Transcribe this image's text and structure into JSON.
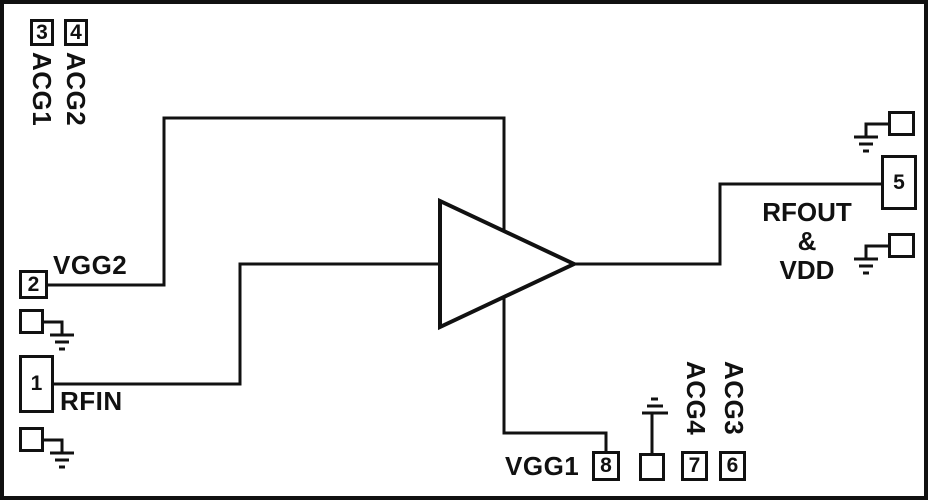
{
  "colors": {
    "line": "#111111",
    "background": "#ffffff"
  },
  "icons": {
    "amplifier": "amplifier-triangle",
    "ground": "earth-ground-symbol",
    "pad": "unlabeled-pad"
  },
  "pins": {
    "p1": {
      "number": "1",
      "label": "RFIN"
    },
    "p2": {
      "number": "2",
      "label": "VGG2"
    },
    "p3": {
      "number": "3",
      "label": "ACG1"
    },
    "p4": {
      "number": "4",
      "label": "ACG2"
    },
    "p5": {
      "number": "5",
      "label_line1": "RFOUT",
      "label_line2": "&",
      "label_line3": "VDD"
    },
    "p6": {
      "number": "6",
      "label": "ACG3"
    },
    "p7": {
      "number": "7",
      "label": "ACG4"
    },
    "p8": {
      "number": "8",
      "label": "VGG1"
    }
  }
}
